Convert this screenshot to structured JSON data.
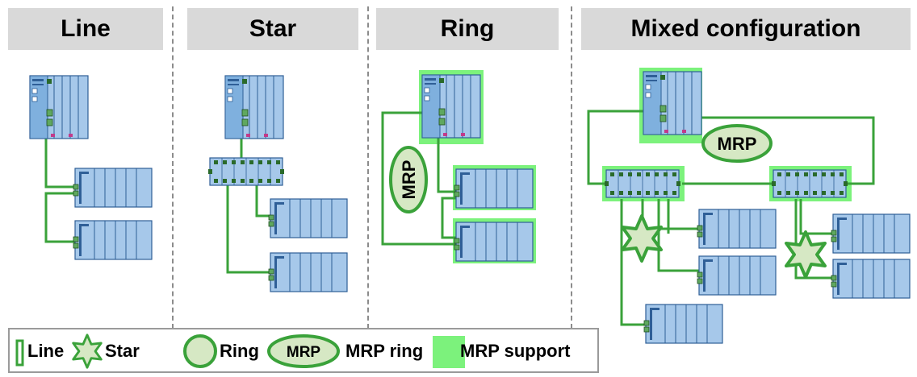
{
  "sections": [
    {
      "title": "Line"
    },
    {
      "title": "Star"
    },
    {
      "title": "Ring"
    },
    {
      "title": "Mixed configuration"
    }
  ],
  "badges": {
    "ring_mrp": "MRP",
    "mixed_mrp": "MRP"
  },
  "legend": {
    "line": "Line",
    "star": "Star",
    "ring": "Ring",
    "mrp_badge": "MRP",
    "mrp_ring": "MRP ring",
    "mrp_support": "MRP support"
  },
  "colors": {
    "header_bg": "#d9d9d9",
    "cable_green": "#3aa23a",
    "mrp_support_green": "#7cf27c",
    "mrp_ring_fill": "#d6e8c4",
    "device_blue": "#a6c8ea",
    "device_dark": "#2f5f97"
  }
}
